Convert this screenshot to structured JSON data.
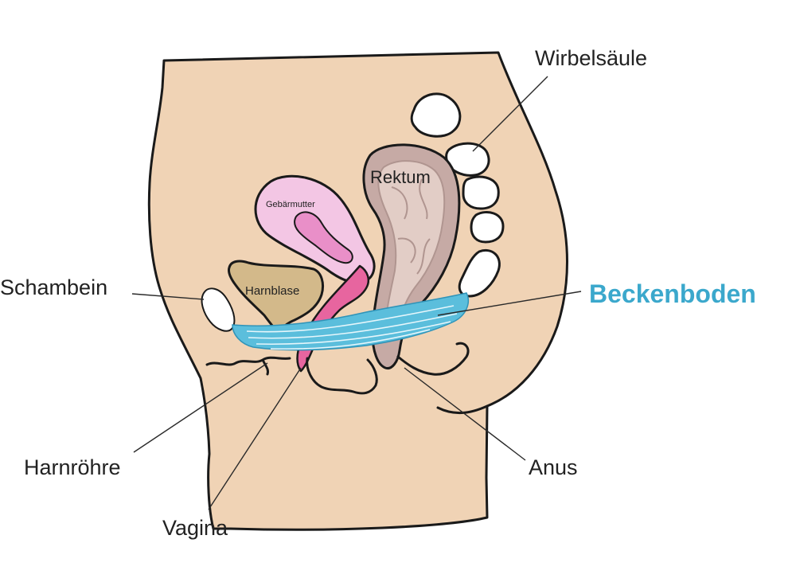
{
  "labels": {
    "wirbelsaeule": "Wirbelsäule",
    "rektum": "Rektum",
    "gebaermutter": "Gebärmutter",
    "harnblase": "Harnblase",
    "schambein": "Schambein",
    "beckenboden": "Beckenboden",
    "harnroehre": "Harnröhre",
    "anus": "Anus",
    "vagina": "Vagina"
  },
  "colors": {
    "skin": "#f0d3b5",
    "pelvic_floor": "#5bbedc",
    "pelvic_floor_label": "#3ba8cc",
    "uterus": "#f3c6e4",
    "uterus_inner": "#e98fc8",
    "rectum": "#c6aaa5",
    "rectum_inner": "#e2cdc6",
    "bladder": "#d3b98a",
    "bone": "#ffffff",
    "vagina": "#e7659f"
  }
}
